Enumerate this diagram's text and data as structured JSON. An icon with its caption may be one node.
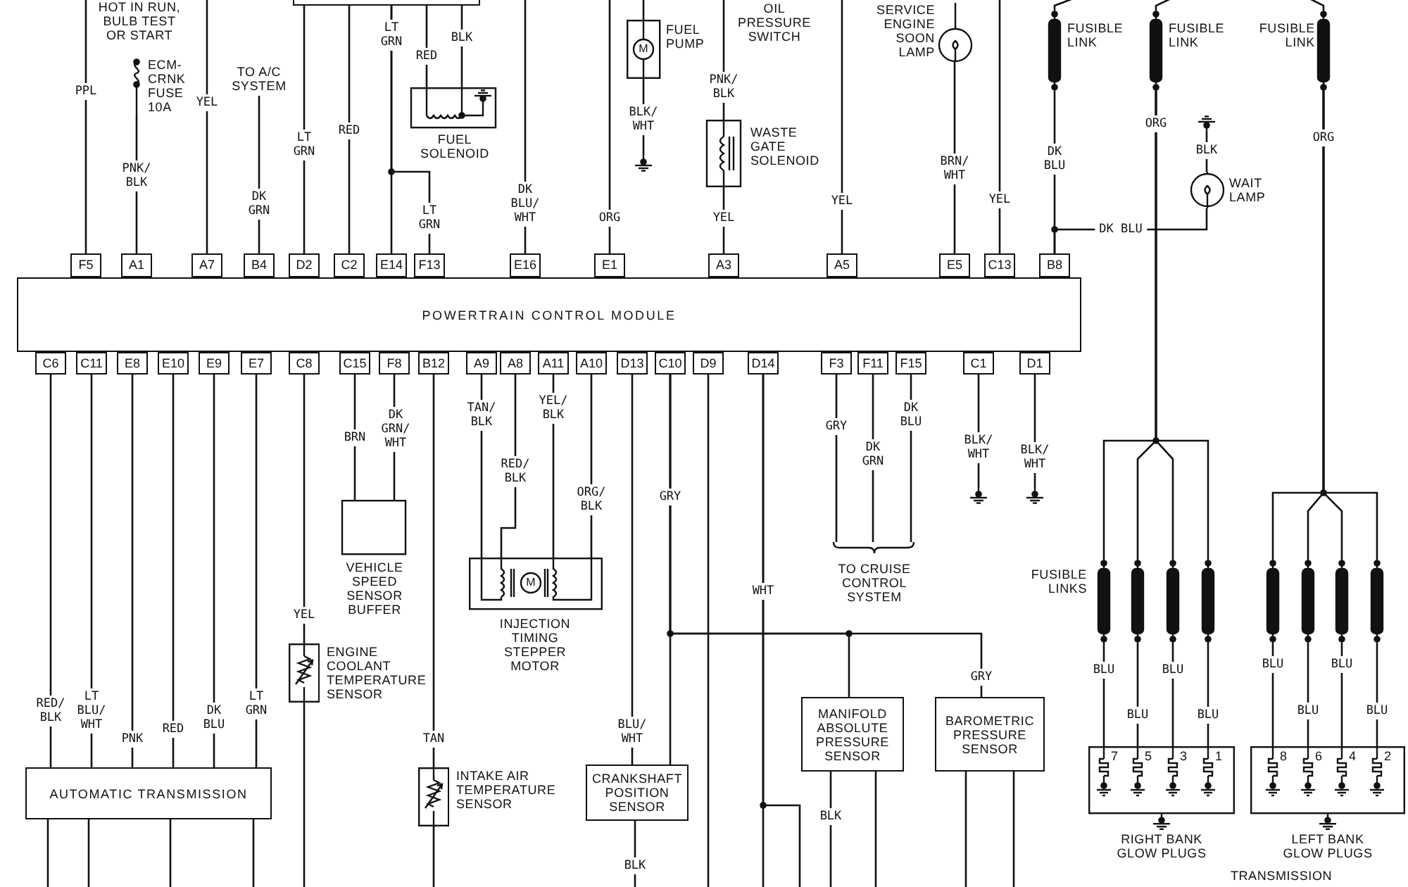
{
  "diagram": {
    "nodes": [
      {
        "text": [],
        "shape": "box"
      },
      {
        "text": [
          "ECM-CRNK FUSE 10A"
        ]
      },
      {
        "text": [
          "TO A/C SYSTEM"
        ]
      },
      {
        "text": [
          "FUEL SOLENOID"
        ]
      },
      {
        "text": [
          "FUEL PUMP",
          "M"
        ]
      },
      {
        "text": [],
        "shape": "ground"
      },
      {
        "text": [
          "WASTE GATE SOLENOID"
        ]
      },
      {
        "text": [
          "SERVICE ENGINE SOON LAMP"
        ]
      },
      {
        "text": [
          "FUSIBLE LINK"
        ]
      },
      {
        "text": [
          "FUSIBLE LINK"
        ]
      },
      {
        "text": [
          "FUSIBLE LINK"
        ]
      },
      {
        "text": [],
        "shape": "ground"
      },
      {
        "text": [
          "WAIT LAMP"
        ]
      },
      {
        "text": [
          "POWERTRAIN CONTROL MODULE"
        ]
      },
      {
        "text": [
          "F5"
        ]
      },
      {
        "text": [
          "A1"
        ]
      },
      {
        "text": [
          "A7"
        ]
      },
      {
        "text": [
          "B4"
        ]
      },
      {
        "text": [
          "D2"
        ]
      },
      {
        "text": [
          "C2"
        ]
      },
      {
        "text": [
          "E14"
        ]
      },
      {
        "text": [
          "F13"
        ]
      },
      {
        "text": [
          "E16"
        ]
      },
      {
        "text": [
          "E1"
        ]
      },
      {
        "text": [
          "A3"
        ]
      },
      {
        "text": [
          "A5"
        ]
      },
      {
        "text": [
          "E5"
        ]
      },
      {
        "text": [
          "C13"
        ]
      },
      {
        "text": [
          "B8"
        ]
      },
      {
        "text": [
          "C6"
        ]
      },
      {
        "text": [
          "C11"
        ]
      },
      {
        "text": [
          "E8"
        ]
      },
      {
        "text": [
          "E10"
        ]
      },
      {
        "text": [
          "E9"
        ]
      },
      {
        "text": [
          "E7"
        ]
      },
      {
        "text": [
          "C8"
        ]
      },
      {
        "text": [
          "C15"
        ]
      },
      {
        "text": [
          "F8"
        ]
      },
      {
        "text": [
          "B12"
        ]
      },
      {
        "text": [
          "A9"
        ]
      },
      {
        "text": [
          "A8"
        ]
      },
      {
        "text": [
          "A11"
        ]
      },
      {
        "text": [
          "A10"
        ]
      },
      {
        "text": [
          "D13"
        ]
      },
      {
        "text": [
          "C10"
        ]
      },
      {
        "text": [
          "D9"
        ]
      },
      {
        "text": [
          "D14"
        ]
      },
      {
        "text": [
          "F3"
        ]
      },
      {
        "text": [
          "F11"
        ]
      },
      {
        "text": [
          "F15"
        ]
      },
      {
        "text": [
          "C1"
        ]
      },
      {
        "text": [
          "D1"
        ]
      },
      {
        "text": [],
        "shape": "ground"
      },
      {
        "text": [],
        "shape": "ground"
      },
      {
        "text": [
          "VEHICLE SPEED SENSOR BUFFER"
        ]
      },
      {
        "text": [
          "M",
          "INJECTION TIMING STEPPER MOTOR"
        ]
      },
      {
        "text": [
          "TO CRUISE CONTROL SYSTEM"
        ]
      },
      {
        "text": [],
        "shape": "bar"
      },
      {
        "text": [],
        "shape": "bar"
      },
      {
        "text": [],
        "shape": "bar"
      },
      {
        "text": [],
        "shape": "bar"
      },
      {
        "text": [],
        "shape": "bar"
      },
      {
        "text": [],
        "shape": "bar"
      },
      {
        "text": [],
        "shape": "bar"
      },
      {
        "text": [],
        "shape": "bar"
      },
      {
        "text": [
          "ENGINE COOLANT TEMPERATURE SENSOR"
        ]
      },
      {
        "text": [
          "MANIFOLD ABSOLUTE PRESSURE SENSOR"
        ]
      },
      {
        "text": [
          "BAROMETRIC PRESSURE SENSOR"
        ]
      },
      {
        "text": [
          "RIGHT BANK GLOW PLUGS"
        ]
      },
      {
        "text": [
          "7"
        ],
        "in": 68
      },
      {
        "text": [
          "5"
        ],
        "in": 68
      },
      {
        "text": [
          "3"
        ],
        "in": 68
      },
      {
        "text": [
          "1"
        ],
        "in": 68
      },
      {
        "text": [
          "LEFT BANK GLOW PLUGS"
        ]
      },
      {
        "text": [
          "8"
        ],
        "in": 73
      },
      {
        "text": [
          "6"
        ],
        "in": 73
      },
      {
        "text": [
          "4"
        ],
        "in": 73
      },
      {
        "text": [
          "2"
        ],
        "in": 73
      },
      {
        "text": [
          "AUTOMATIC TRANSMISSION"
        ]
      },
      {
        "text": [
          "INTAKE AIR TEMPERATURE SENSOR"
        ]
      },
      {
        "text": [
          "CRANKSHAFT POSITION SENSOR"
        ]
      },
      {
        "text": [
          "HOT IN RUN, BULB TEST OR START"
        ]
      }
    ],
    "edges": [
      {
        "from": 14,
        "to": 81,
        "arrow": "none",
        "label": "PPL"
      },
      {
        "from": 15,
        "to": 1,
        "arrow": "none",
        "label": "PNK/BLK"
      },
      {
        "from": 16,
        "to": 81,
        "arrow": "none",
        "label": "YEL"
      },
      {
        "from": 17,
        "to": 2,
        "arrow": "none",
        "label": "DK GRN"
      },
      {
        "from": 18,
        "to": 0,
        "arrow": "none",
        "label": "LT GRN"
      },
      {
        "from": 19,
        "to": 0,
        "arrow": "none",
        "label": "RED"
      },
      {
        "from": 20,
        "to": 0,
        "arrow": "none",
        "label": "LT GRN"
      },
      {
        "from": 21,
        "to": 0,
        "arrow": "none",
        "label": "LT GRN"
      },
      {
        "from": 0,
        "to": 3,
        "arrow": "none",
        "label": "RED"
      },
      {
        "from": 0,
        "to": 3,
        "arrow": "none",
        "label": "BLK"
      },
      {
        "from": 22,
        "to": null,
        "arrow": "none",
        "label": "DK BLU/WHT"
      },
      {
        "from": 23,
        "to": null,
        "arrow": "none",
        "label": "ORG"
      },
      {
        "from": null,
        "to": 4,
        "arrow": "none"
      },
      {
        "from": 4,
        "to": 5,
        "arrow": "none",
        "label": "BLK/WHT"
      },
      {
        "from": null,
        "to": 6,
        "arrow": "none",
        "label": "PNK/BLK"
      },
      {
        "from": 24,
        "to": 6,
        "arrow": "none",
        "label": "YEL"
      },
      {
        "from": 25,
        "to": null,
        "arrow": "none",
        "label": "YEL"
      },
      {
        "from": 26,
        "to": 7,
        "arrow": "none",
        "label": "BRN/WHT"
      },
      {
        "from": 27,
        "to": null,
        "arrow": "none",
        "label": "YEL"
      },
      {
        "from": 28,
        "to": 8,
        "arrow": "none",
        "label": "DK BLU"
      },
      {
        "from": 28,
        "to": 12,
        "arrow": "none",
        "label": "DK BLU"
      },
      {
        "from": 12,
        "to": 11,
        "arrow": "none",
        "label": "BLK"
      },
      {
        "from": 8,
        "to": null,
        "arrow": "none"
      },
      {
        "from": 9,
        "to": null,
        "arrow": "none"
      },
      {
        "from": 10,
        "to": null,
        "arrow": "none"
      },
      {
        "from": 9,
        "to": 57,
        "arrow": "none",
        "label": "ORG"
      },
      {
        "from": 9,
        "to": 58,
        "arrow": "none"
      },
      {
        "from": 9,
        "to": 59,
        "arrow": "none"
      },
      {
        "from": 9,
        "to": 60,
        "arrow": "none"
      },
      {
        "from": 10,
        "to": 61,
        "arrow": "none",
        "label": "ORG"
      },
      {
        "from": 10,
        "to": 62,
        "arrow": "none"
      },
      {
        "from": 10,
        "to": 63,
        "arrow": "none"
      },
      {
        "from": 10,
        "to": 64,
        "arrow": "none"
      },
      {
        "from": 57,
        "to": 69,
        "arrow": "none",
        "label": "BLU"
      },
      {
        "from": 58,
        "to": 70,
        "arrow": "none",
        "label": "BLU"
      },
      {
        "from": 59,
        "to": 71,
        "arrow": "none",
        "label": "BLU"
      },
      {
        "from": 60,
        "to": 72,
        "arrow": "none",
        "label": "BLU"
      },
      {
        "from": 61,
        "to": 74,
        "arrow": "none",
        "label": "BLU"
      },
      {
        "from": 62,
        "to": 75,
        "arrow": "none",
        "label": "BLU"
      },
      {
        "from": 63,
        "to": 76,
        "arrow": "none",
        "label": "BLU"
      },
      {
        "from": 64,
        "to": 77,
        "arrow": "none",
        "label": "BLU"
      },
      {
        "from": 50,
        "to": 52,
        "arrow": "none",
        "label": "BLK/WHT"
      },
      {
        "from": 51,
        "to": 53,
        "arrow": "none",
        "label": "BLK/WHT"
      },
      {
        "from": 29,
        "to": 78,
        "arrow": "none",
        "label": "RED/BLK"
      },
      {
        "from": 30,
        "to": 78,
        "arrow": "none",
        "label": "LT BLU/WHT"
      },
      {
        "from": 31,
        "to": 78,
        "arrow": "none",
        "label": "PNK"
      },
      {
        "from": 32,
        "to": 78,
        "arrow": "none",
        "label": "RED"
      },
      {
        "from": 33,
        "to": 78,
        "arrow": "none",
        "label": "DK BLU"
      },
      {
        "from": 34,
        "to": 78,
        "arrow": "none",
        "label": "LT GRN"
      },
      {
        "from": 78,
        "to": null,
        "arrow": "none"
      },
      {
        "from": 78,
        "to": null,
        "arrow": "none"
      },
      {
        "from": 78,
        "to": null,
        "arrow": "none"
      },
      {
        "from": 78,
        "to": null,
        "arrow": "none"
      },
      {
        "from": 35,
        "to": 65,
        "arrow": "none",
        "label": "YEL"
      },
      {
        "from": 65,
        "to": null,
        "arrow": "none"
      },
      {
        "from": 36,
        "to": 54,
        "arrow": "none",
        "label": "BRN"
      },
      {
        "from": 37,
        "to": 54,
        "arrow": "none",
        "label": "DK GRN/WHT"
      },
      {
        "from": 38,
        "to": 79,
        "arrow": "none",
        "label": "TAN"
      },
      {
        "from": 79,
        "to": null,
        "arrow": "none"
      },
      {
        "from": 39,
        "to": 55,
        "arrow": "none",
        "label": "TAN/BLK"
      },
      {
        "from": 40,
        "to": 55,
        "arrow": "none",
        "label": "RED/BLK"
      },
      {
        "from": 41,
        "to": 55,
        "arrow": "none",
        "label": "YEL/BLK"
      },
      {
        "from": 42,
        "to": 55,
        "arrow": "none",
        "label": "ORG/BLK"
      },
      {
        "from": 43,
        "to": 80,
        "arrow": "none",
        "label": "BLU/WHT"
      },
      {
        "from": 44,
        "to": 80,
        "arrow": "none",
        "label": "GRY"
      },
      {
        "from": 44,
        "to": 66,
        "arrow": "none"
      },
      {
        "from": 44,
        "to": 67,
        "arrow": "none",
        "label": "GRY"
      },
      {
        "from": 80,
        "to": null,
        "arrow": "none",
        "label": "BLK"
      },
      {
        "from": 45,
        "to": null,
        "arrow": "none"
      },
      {
        "from": 46,
        "to": null,
        "arrow": "none",
        "label": "WHT"
      },
      {
        "from": 46,
        "to": null,
        "arrow": "none"
      },
      {
        "from": 66,
        "to": null,
        "arrow": "none",
        "label": "BLK"
      },
      {
        "from": 66,
        "to": null,
        "arrow": "none"
      },
      {
        "from": 67,
        "to": null,
        "arrow": "none"
      },
      {
        "from": 67,
        "to": null,
        "arrow": "none"
      },
      {
        "from": 47,
        "to": 56,
        "arrow": "none",
        "label": "GRY"
      },
      {
        "from": 48,
        "to": 56,
        "arrow": "none",
        "label": "DK GRN"
      },
      {
        "from": 49,
        "to": 56,
        "arrow": "none",
        "label": "DK BLU"
      }
    ],
    "labels": [
      "OIL PRESSURE SWITCH",
      "FUSIBLE LINKS",
      "TRANSMISSION"
    ]
  }
}
